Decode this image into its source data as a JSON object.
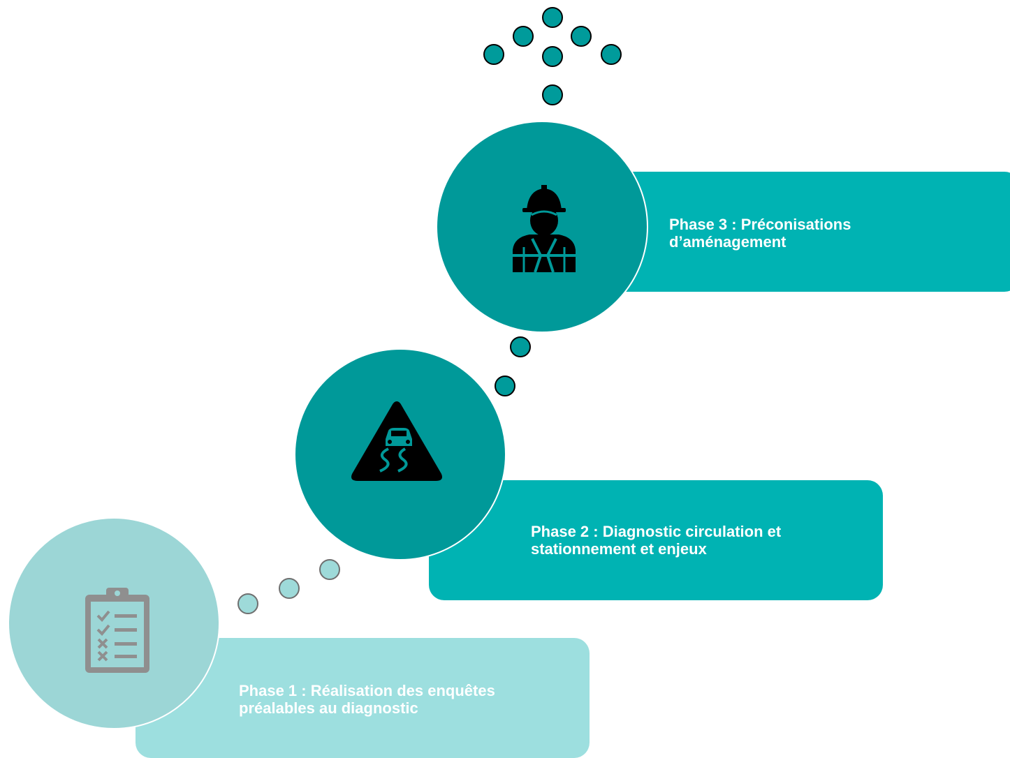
{
  "colors": {
    "phase3_card": "#00b3b3",
    "phase2_card": "#00b3b3",
    "phase1_card": "#9ddfdf",
    "circle_dark": "#009999",
    "circle_light": "#9cd6d6",
    "dot_dark": "#009b9b",
    "dot_light": "#9edad9"
  },
  "phases": [
    {
      "label": "Phase 1 : Réalisation des enquêtes\npréalables au diagnostic",
      "icon": "clipboard-checklist-icon"
    },
    {
      "label": "Phase 2 : Diagnostic circulation et\nstationnement et enjeux",
      "icon": "slippery-road-warning-icon"
    },
    {
      "label": "Phase 3 : Préconisations\nd’aménagement",
      "icon": "construction-worker-icon"
    }
  ]
}
